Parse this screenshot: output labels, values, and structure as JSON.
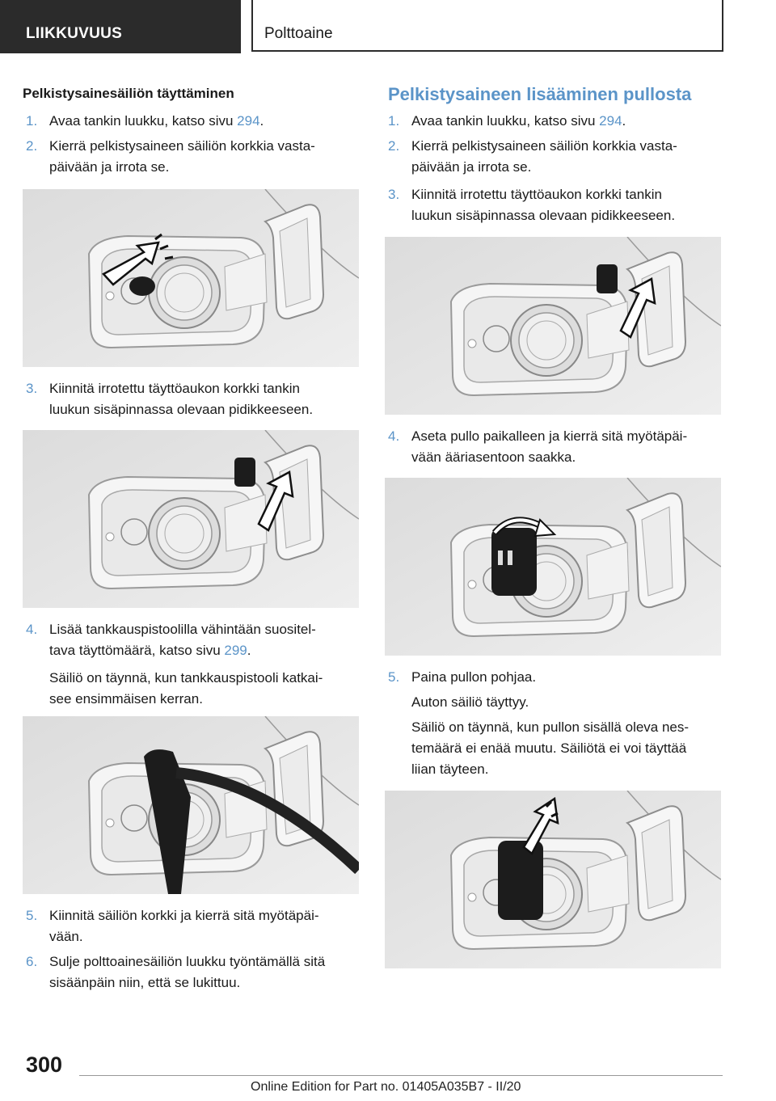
{
  "header": {
    "section": "LIIKKUVUUS",
    "topic": "Polttoaine"
  },
  "left": {
    "heading": "Pelkistysainesäiliön täyttäminen",
    "steps": [
      {
        "num": "1.",
        "text_before": "Avaa tankin luukku, katso sivu ",
        "link": "294",
        "text_after": "."
      },
      {
        "num": "2.",
        "lines": [
          "Kierrä pelkistysaineen säiliön korkkia vasta-",
          "päivään ja irrota se."
        ]
      },
      {
        "num": "3.",
        "lines": [
          "Kiinnitä irrotettu täyttöaukon korkki tankin",
          "luukun sisäpinnassa olevaan pidikkeeseen."
        ]
      },
      {
        "num": "4.",
        "line1": "Lisää tankkauspistoolilla vähintään suositel-",
        "line2_before": "tava täyttömäärä, katso sivu ",
        "link": "299",
        "line2_after": ".",
        "note_lines": [
          "Säiliö on täynnä, kun tankkauspistooli katkai-",
          "see ensimmäisen kerran."
        ]
      },
      {
        "num": "5.",
        "lines": [
          "Kiinnitä säiliön korkki ja kierrä sitä myötäpäi-",
          "vään."
        ]
      },
      {
        "num": "6.",
        "lines": [
          "Sulje polttoainesäiliön luukku työntämällä sitä",
          "sisäänpäin niin, että se lukittuu."
        ]
      }
    ]
  },
  "right": {
    "title": "Pelkistysaineen lisääminen pullosta",
    "steps": [
      {
        "num": "1.",
        "text_before": "Avaa tankin luukku, katso sivu ",
        "link": "294",
        "text_after": "."
      },
      {
        "num": "2.",
        "lines": [
          "Kierrä pelkistysaineen säiliön korkkia vasta-",
          "päivään ja irrota se."
        ]
      },
      {
        "num": "3.",
        "lines": [
          "Kiinnitä irrotettu täyttöaukon korkki tankin",
          "luukun sisäpinnassa olevaan pidikkeeseen."
        ]
      },
      {
        "num": "4.",
        "lines": [
          "Aseta pullo paikalleen ja kierrä sitä myötäpäi-",
          "vään ääriasentoon saakka."
        ]
      },
      {
        "num": "5.",
        "text": "Paina pullon pohjaa.",
        "result": "Auton säiliö täyttyy.",
        "note_lines": [
          "Säiliö on täynnä, kun pullon sisällä oleva nes-",
          "temäärä ei enää muutu. Säiliötä ei voi täyttää",
          "liian täyteen."
        ]
      }
    ]
  },
  "footer": {
    "page": "300",
    "edition": "Online Edition for Part no. 01405A035B7 - II/20"
  }
}
